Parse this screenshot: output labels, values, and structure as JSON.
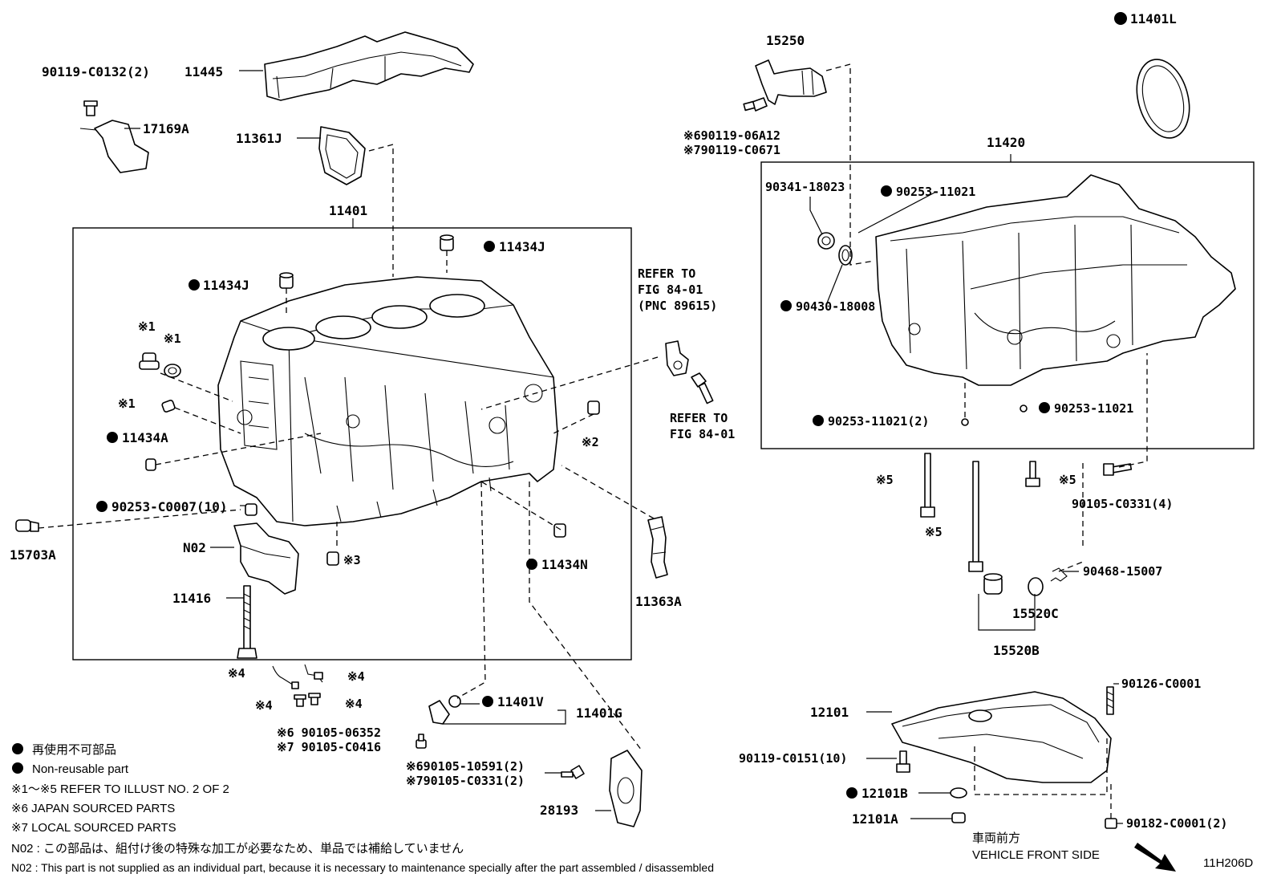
{
  "parts": {
    "p90119_c0132": "90119-C0132(2)",
    "p11445": "11445",
    "p17169a": "17169A",
    "p11361j": "11361J",
    "p11401": "11401",
    "p11434j_a": "11434J",
    "p11434j_b": "11434J",
    "ref1a": "※1",
    "ref1b": "※1",
    "ref1c": "※1",
    "p11434a": "11434A",
    "p90253_c0007": "90253-C0007(10)",
    "p15703a": "15703A",
    "pN02": "N02",
    "p11416": "11416",
    "ref3": "※3",
    "ref2": "※2",
    "p11434n": "11434N",
    "p11363a": "11363A",
    "refer84_a1": "REFER TO",
    "refer84_a2": "FIG 84-01",
    "refer84_a3": "(PNC 89615)",
    "refer84_b1": "REFER TO",
    "refer84_b2": "FIG 84-01",
    "p15250": "15250",
    "p90119_06a12": "※690119-06A12",
    "p90119_c0671": "※790119-C0671",
    "p11401l": "11401L",
    "p11420": "11420",
    "p90341": "90341-18023",
    "p90253_11021_a": "90253-11021",
    "p90430": "90430-18008",
    "p90253_11021_b": "90253-11021(2)",
    "p90253_11021_c": "90253-11021",
    "ref5a": "※5",
    "ref5b": "※5",
    "ref5c": "※5",
    "p90105_c0331_4": "90105-C0331(4)",
    "p90468": "90468-15007",
    "p15520c": "15520C",
    "p15520b": "15520B",
    "ref4a": "※4",
    "ref4b": "※4",
    "ref4c": "※4",
    "ref4d": "※4",
    "p11401v": "11401V",
    "p11401g": "11401G",
    "p90105_06352": "※6 90105-06352",
    "p90105_c0416": "※7 90105-C0416",
    "p90105_10591": "※690105-10591(2)",
    "p90105_c0331_2": "※790105-C0331(2)",
    "p28193": "28193",
    "p12101": "12101",
    "p90119_c0151": "90119-C0151(10)",
    "p12101b": "12101B",
    "p12101a": "12101A",
    "p90126": "90126-C0001",
    "p90182": "90182-C0001(2)"
  },
  "legend": {
    "jp_nonreusable": "再使用不可部品",
    "en_nonreusable": "Non-reusable part",
    "refer_illust": "※1～※5  REFER TO ILLUST NO. 2 OF 2",
    "japan_sourced": "※6 JAPAN SOURCED PARTS",
    "local_sourced": "※7 LOCAL SOURCED PARTS",
    "n02_jp": "N02 : この部品は、組付け後の特殊な加工が必要なため、単品では補給していません",
    "n02_en": "N02 : This part is not supplied as an individual part, because it is necessary to maintenance specially after the part assembled / disassembled"
  },
  "orientation": {
    "jp": "車両前方",
    "en": "VEHICLE FRONT SIDE"
  },
  "figure_code": "11H206D"
}
